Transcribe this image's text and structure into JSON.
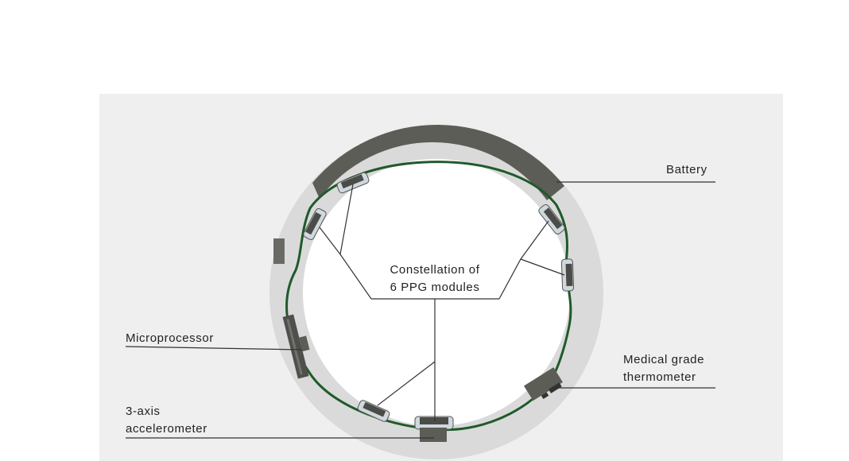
{
  "labels": {
    "battery": "Battery",
    "ppg_line1": "Constellation of",
    "ppg_line2": "6 PPG modules",
    "microprocessor": "Microprocessor",
    "thermo_line1": "Medical grade",
    "thermo_line2": "thermometer",
    "accel_line1": "3-axis",
    "accel_line2": "accelerometer"
  },
  "colors": {
    "band": "#dadada",
    "trace": "#1f5a2a",
    "component": "#5d5d58",
    "module_cap": "#cfd8dd",
    "leader": "#333333"
  }
}
